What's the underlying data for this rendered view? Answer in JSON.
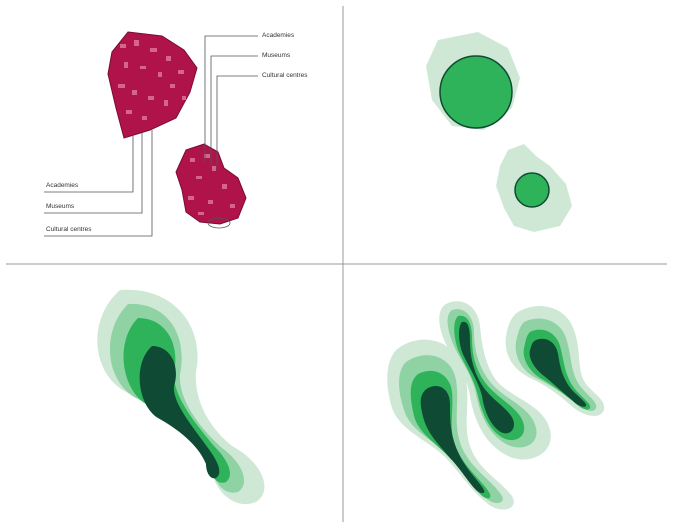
{
  "labels_upper": [
    "Academies",
    "Museums",
    "Cultural centres"
  ],
  "labels_lower": [
    "Academies",
    "Museums",
    "Cultural centres"
  ],
  "colors": {
    "magenta": "#b0124a",
    "magenta_light": "#e07a9c",
    "green_light": "#cfe8d6",
    "green_mid": "#8fd3a4",
    "green": "#2fb35a",
    "green_dark": "#0f4b34",
    "divider": "#9a9a9a",
    "leader": "#555555"
  }
}
